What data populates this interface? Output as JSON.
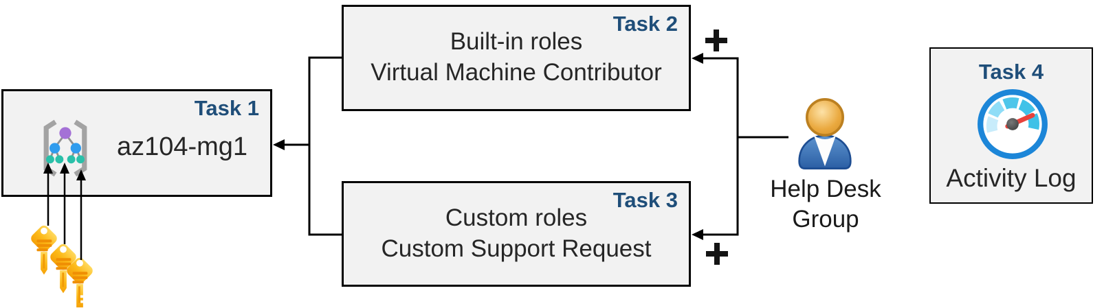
{
  "diagram": {
    "task1": {
      "label": "Task 1",
      "name": "az104-mg1",
      "icon": "management-group-icon"
    },
    "task2": {
      "label": "Task 2",
      "lines": [
        "Built-in roles",
        "Virtual Machine Contributor"
      ]
    },
    "task3": {
      "label": "Task 3",
      "lines": [
        "Custom roles",
        "Custom Support Request"
      ]
    },
    "task4": {
      "label": "Task 4",
      "caption": "Activity Log",
      "icon": "activity-log-gauge-icon"
    },
    "actor": {
      "lines": [
        "Help Desk",
        "Group"
      ],
      "icon": "person-icon"
    },
    "symbols": {
      "plus": "+"
    },
    "icons": [
      "management-group-icon",
      "key-icon",
      "person-icon",
      "activity-log-gauge-icon",
      "plus-icon"
    ],
    "colors": {
      "background": "#ffffff",
      "box_fill": "#f2f2f2",
      "box_border": "#000000",
      "task_label": "#1f4e79",
      "body_text": "#262626",
      "connector": "#000000",
      "key_yellow": "#fcb817",
      "key_stripe": "#ef8f04",
      "mg_purple": "#a471d6",
      "mg_blue": "#2f9cee",
      "mg_teal": "#2ac0a9",
      "gauge_ring": "#1c86d8",
      "gauge_needle": "#e8423b",
      "person_head": "#eaa93f",
      "person_body": "#3a70b5"
    }
  }
}
